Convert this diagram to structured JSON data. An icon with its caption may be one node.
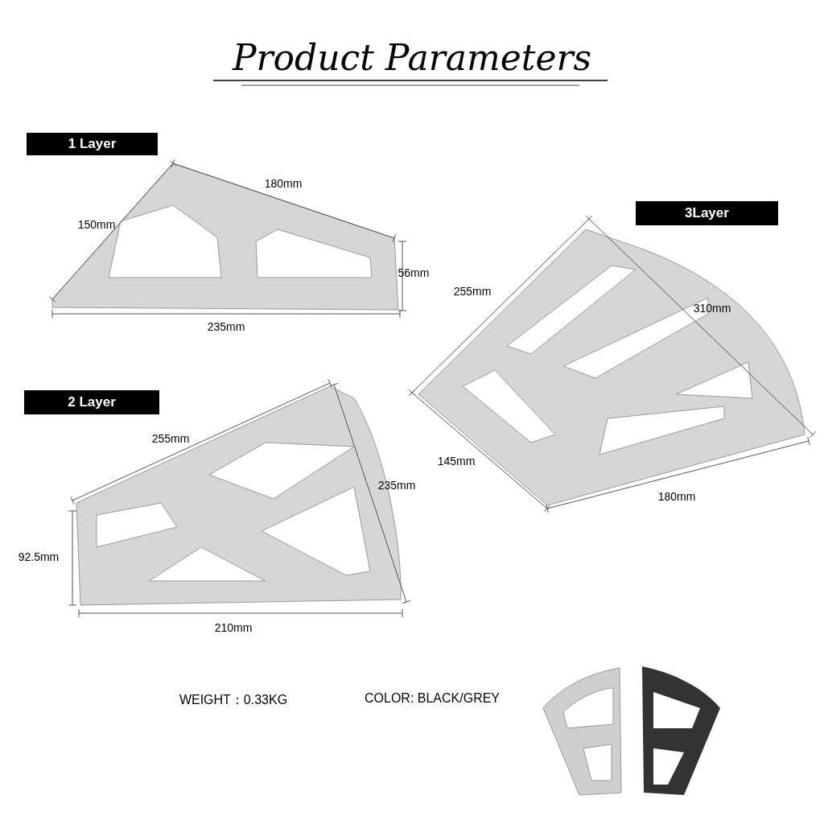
{
  "diagram": {
    "title": "Product Parameters",
    "nodes": [
      {
        "text": [
          "1 Layer"
        ]
      },
      {
        "text": [
          "3Layer"
        ]
      },
      {
        "text": [
          "2 Layer"
        ]
      }
    ],
    "labels": [
      "180mm",
      "150mm",
      "56mm",
      "255mm",
      "310mm",
      "235mm",
      "255mm",
      "145mm",
      "235mm",
      "180mm",
      "92.5mm",
      "210mm",
      "WEIGHT：0.33KG",
      "COLOR: BLACK/GREY"
    ]
  }
}
